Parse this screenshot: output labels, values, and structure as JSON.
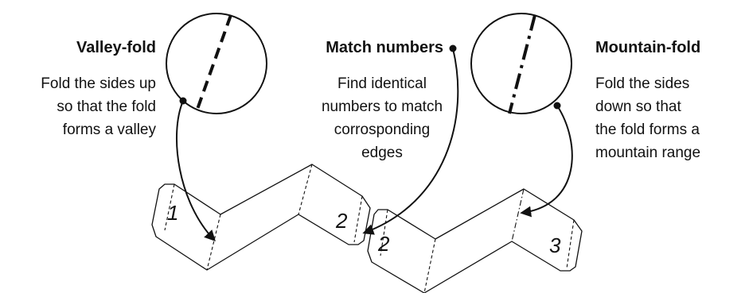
{
  "legend": {
    "valley": {
      "title": "Valley-fold",
      "lines": [
        "Fold the sides up",
        "so that the fold",
        "forms a valley"
      ]
    },
    "match": {
      "title": "Match numbers",
      "lines": [
        "Find identical",
        "numbers to match",
        "corrosponding",
        "edges"
      ]
    },
    "mountain": {
      "title": "Mountain-fold",
      "lines": [
        "Fold the sides",
        "down so that",
        "the fold forms a",
        "mountain range"
      ]
    }
  },
  "pieces": {
    "left": {
      "labels": [
        "1",
        "2"
      ]
    },
    "right": {
      "labels": [
        "2",
        "3"
      ]
    }
  },
  "colors": {
    "ink": "#111111",
    "background": "#ffffff"
  }
}
